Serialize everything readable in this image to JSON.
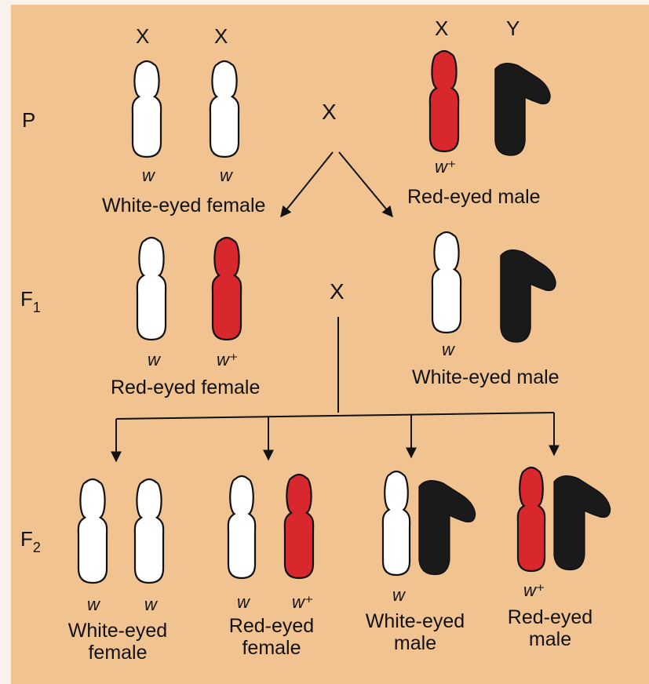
{
  "colors": {
    "background": "#f0c391",
    "red": "#d9272e",
    "white": "#ffffff",
    "black": "#1a1a1a",
    "outline": "#111111"
  },
  "chromosome_labels": {
    "x1": "X",
    "x2": "X",
    "x3": "X",
    "y": "Y"
  },
  "cross_symbols": {
    "p": "X",
    "f1": "X"
  },
  "generations": {
    "p": {
      "label": "P"
    },
    "f1": {
      "label": "F",
      "sub": "1"
    },
    "f2": {
      "label": "F",
      "sub": "2"
    }
  },
  "parents": {
    "female": {
      "label": "White-eyed female",
      "alleles": [
        "w",
        "w"
      ]
    },
    "male": {
      "label": "Red-eyed male",
      "alleles": [
        "w⁺"
      ]
    }
  },
  "f1": {
    "female": {
      "label": "Red-eyed female",
      "alleles": [
        "w",
        "w⁺"
      ]
    },
    "male": {
      "label": "White-eyed male",
      "alleles": [
        "w"
      ]
    }
  },
  "f2": [
    {
      "label_lines": [
        "White-eyed",
        "female"
      ],
      "alleles": [
        "w",
        "w"
      ]
    },
    {
      "label_lines": [
        "Red-eyed",
        "female"
      ],
      "alleles": [
        "w",
        "w⁺"
      ]
    },
    {
      "label_lines": [
        "White-eyed",
        "male"
      ],
      "alleles": [
        "w"
      ]
    },
    {
      "label_lines": [
        "Red-eyed",
        "male"
      ],
      "alleles": [
        "w⁺"
      ]
    }
  ]
}
